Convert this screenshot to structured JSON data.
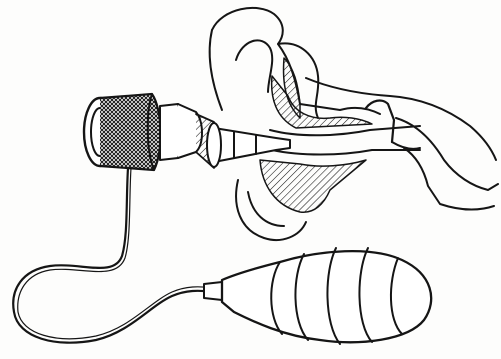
{
  "figure": {
    "ink_color": "#151515",
    "paper_color": "#fdfdfc",
    "parts": [
      "otoscope-head",
      "ear-speculum",
      "rubber-tube",
      "insufflation-bulb",
      "auricle",
      "external-ear-canal",
      "tympanic-membrane",
      "middle-ear"
    ]
  }
}
